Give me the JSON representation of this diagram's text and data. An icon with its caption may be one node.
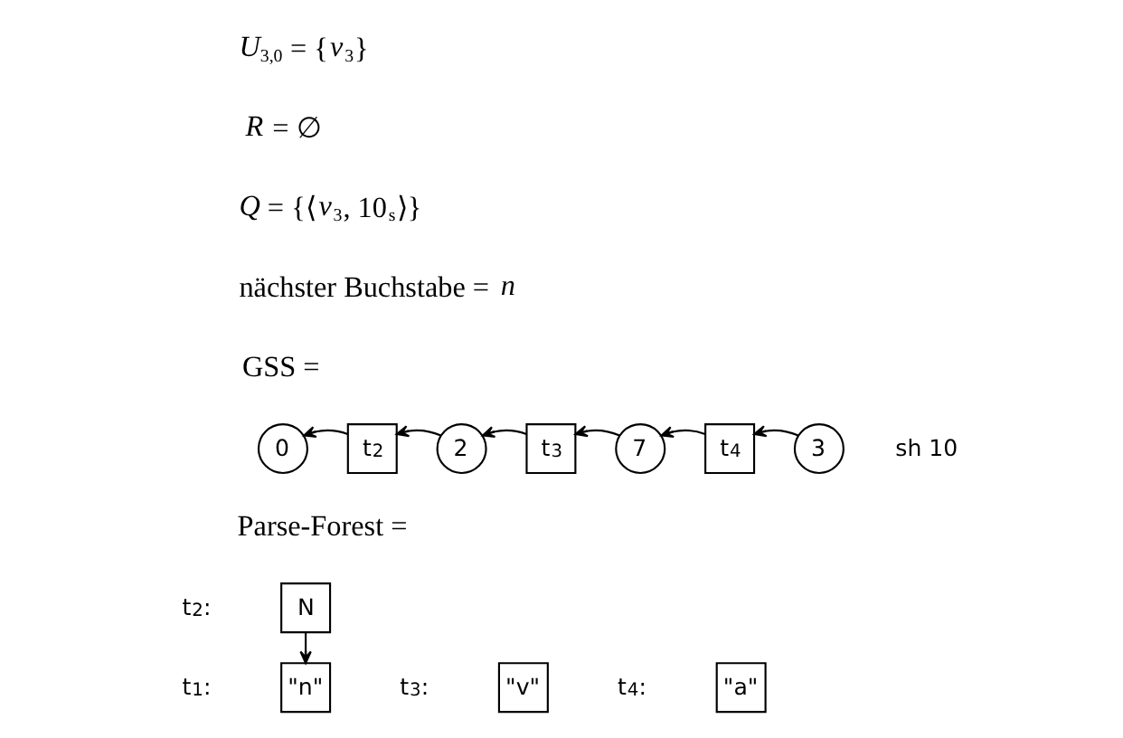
{
  "diagram": {
    "nodes": [
      {
        "text": [
          "0"
        ]
      },
      {
        "text": [
          "t$_{2}$"
        ]
      },
      {
        "text": [
          "2"
        ]
      },
      {
        "text": [
          "t$_{3}$"
        ]
      },
      {
        "text": [
          "7"
        ]
      },
      {
        "text": [
          "t$_{4}$"
        ]
      },
      {
        "text": [
          "3"
        ],
        "beside": [
          "sh 10"
        ]
      },
      {
        "text": [
          "N"
        ],
        "beside": [
          "t$_{2}$:"
        ]
      },
      {
        "text": [
          "\"n\""
        ],
        "beside": [
          "t$_{1}$:"
        ]
      },
      {
        "text": [
          "\"v\""
        ],
        "beside": [
          "t$_{3}$:"
        ]
      },
      {
        "text": [
          "\"a\""
        ],
        "beside": [
          "t$_{4}$:"
        ]
      }
    ],
    "edges": [
      {
        "from": 1,
        "to": 0,
        "arrow": "to"
      },
      {
        "from": 2,
        "to": 1,
        "arrow": "to"
      },
      {
        "from": 3,
        "to": 2,
        "arrow": "to"
      },
      {
        "from": 4,
        "to": 3,
        "arrow": "to"
      },
      {
        "from": 5,
        "to": 4,
        "arrow": "to"
      },
      {
        "from": 6,
        "to": 5,
        "arrow": "to"
      },
      {
        "from": 7,
        "to": 8,
        "arrow": "to"
      }
    ],
    "labels": [
      "*U*$_{3,0}$ = {*v*$_{3}$}",
      "*R* = ∅",
      "*Q* = {⟨*v*$_{3}$, 10$_{s}$⟩}",
      "nächster Buchstabe = *n*",
      "GSS =",
      "Parse-Forest ="
    ]
  }
}
